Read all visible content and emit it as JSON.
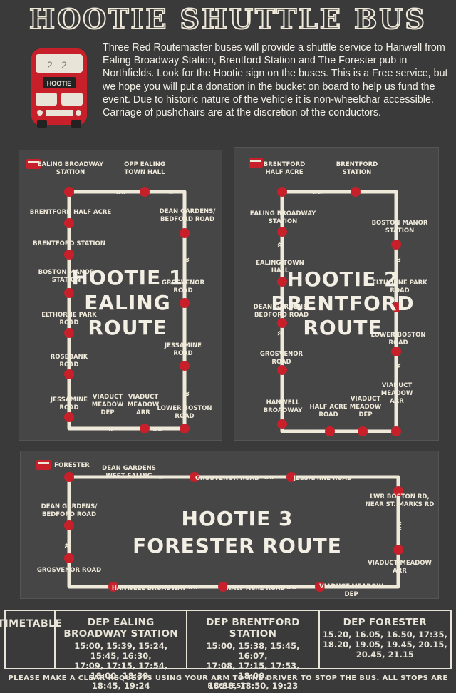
{
  "header": {
    "title": "HOOTIE SHUTTLE BUS",
    "intro": "Three Red Routemaster buses will provide a shuttle service to Hanwell from Ealing Broadway Station, Brentford Station and The Forester pub in Northfields. Look for the Hootie sign on the buses. This is a Free service, but we hope you will put a donation in the bucket on board to help us fund the event. Due to historic nature of the vehicle it is non-wheelchar accessible. Carriage of pushchairs are at the discretion of the conductors.",
    "bus_sign": "HOOTIE"
  },
  "colors": {
    "stop": "#c8202b",
    "line": "#efe9da",
    "panel": "#464646",
    "background": "#3a3a3a"
  },
  "routes": {
    "r1": {
      "title_lines": [
        "HOOTIE 1",
        "EALING",
        "ROUTE"
      ],
      "stops": {
        "ealing_broadway": [
          "EALING BROADWAY",
          "STATION"
        ],
        "opp_ealing": [
          "OPP EALING",
          "TOWN HALL"
        ],
        "dean_gardens": [
          "DEAN GARDENS/",
          "BEDFORD ROAD"
        ],
        "grosvenor": [
          "GROSVENOR",
          "ROAD"
        ],
        "jessamine_r": [
          "JESSAMINE",
          "ROAD"
        ],
        "lower_boston": [
          "LOWER BOSTON",
          "ROAD"
        ],
        "viaduct_arr": [
          "VIADUCT",
          "MEADOW",
          "ARR"
        ],
        "viaduct_dep": [
          "VIADUCT",
          "MEADOW",
          "DEP"
        ],
        "jessamine_l": [
          "JESSAMINE",
          "ROAD"
        ],
        "rosebank": [
          "ROSEBANK",
          "ROAD"
        ],
        "elthorne": [
          "ELTHORNE PARK",
          "ROAD"
        ],
        "boston_manor": [
          "BOSTON MANOR",
          "STATION"
        ],
        "brentford_station": [
          "BRENTFORD STATION"
        ],
        "brentford_half": [
          "BRENTFORD HALF ACRE"
        ]
      }
    },
    "r2": {
      "title_lines": [
        "HOOTIE 2",
        "BRENTFORD",
        "ROUTE"
      ],
      "stops": {
        "brentford_half": [
          "BRENTFORD",
          "HALF ACRE"
        ],
        "brentford_station": [
          "BRENTFORD",
          "STATION"
        ],
        "boston_manor": [
          "BOSTON MANOR",
          "STATION"
        ],
        "elthorne": [
          "ELTHORNE PARK",
          "ROAD"
        ],
        "lower_boston": [
          "LOWER BOSTON",
          "ROAD"
        ],
        "viaduct_arr": [
          "VIADUCT",
          "MEADOW",
          "ARR"
        ],
        "viaduct_dep": [
          "VIADUCT",
          "MEADOW",
          "DEP"
        ],
        "half_acre": [
          "HALF ACRE",
          "ROAD"
        ],
        "hanwell": [
          "HANWELL",
          "BROADWAY"
        ],
        "grosvenor": [
          "GROSVENOR",
          "ROAD"
        ],
        "dean_gardens": [
          "DEAN GARDENS/",
          "BEDFORD ROAD"
        ],
        "ealing_town": [
          "EALING TOWN",
          "HALL"
        ],
        "ealing_broadway": [
          "EALING BROADWAY",
          "STATION"
        ]
      }
    },
    "r3": {
      "title_lines": [
        "HOOTIE 3",
        "FORESTER ROUTE"
      ],
      "stops": {
        "forester": [
          "FORESTER"
        ],
        "dean_gardens_we": [
          "DEAN GARDENS",
          "WEST EALING"
        ],
        "grosvenor_top": [
          "GROSVENOR ROAD"
        ],
        "jessamine": [
          "JESSAMINE ROAD"
        ],
        "lwr_boston": [
          "LWR BOSTON RD,",
          "NEAR ST. MARKS RD"
        ],
        "viaduct_arr": [
          "VIADUCT MEADOW",
          "ARR"
        ],
        "viaduct_dep": [
          "VIADUCT MEADOW",
          "DEP"
        ],
        "half_acre": [
          "HALF ACRE ROAD"
        ],
        "hanwell": [
          "HANWELL BROADWAY"
        ],
        "grosvenor_left": [
          "GROSVENOR ROAD"
        ],
        "dean_gardens_bed": [
          "DEAN GARDENS/",
          "BEDFORD ROAD"
        ]
      }
    }
  },
  "timetable": {
    "label": "TIMETABLE",
    "columns": [
      {
        "heading": "DEP EALING BROADWAY STATION",
        "times": [
          "15:00, 15:39, 15:24, 15:45, 16:30,",
          "17:09, 17:15, 17:54, 18:00, 18:39,",
          "18:45, 19:24"
        ]
      },
      {
        "heading": "DEP BRENTFORD STATION",
        "times": [
          "15:00, 15:38, 15:45, 16:07,",
          "17:08, 17:15, 17:53, 18:00,",
          "18:38, 18:50, 19:23"
        ]
      },
      {
        "heading": "DEP FORESTER",
        "times": [
          "15.20, 16.05, 16.50, 17:35,",
          "18.20, 19.05, 19.45, 20.15,",
          "20.45, 21.15"
        ]
      }
    ]
  },
  "footer": "PLEASE MAKE A CLEAR REQUESTS USING YOUR ARM TO THE DRIVER TO STOP THE BUS. ALL STOPS ARE REQUEST."
}
